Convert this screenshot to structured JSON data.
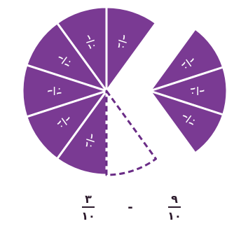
{
  "colors": {
    "slice_fill": "#7a3a93",
    "removed_outline": "#6a2c86",
    "text": "#2c1a2c"
  },
  "pie_left": {
    "total_slices": 10,
    "filled_slices": 9,
    "removed_slices": 1,
    "slice_label": {
      "numerator": "١",
      "denominator": "١٠"
    }
  },
  "pie_right": {
    "shown_slices": 3,
    "slice_label": {
      "numerator": "١",
      "denominator": "١٠"
    }
  },
  "expression": {
    "left": {
      "numerator": "٩",
      "denominator": "١٠"
    },
    "operator": "-",
    "right": {
      "numerator": "٣",
      "denominator": "١٠"
    }
  }
}
